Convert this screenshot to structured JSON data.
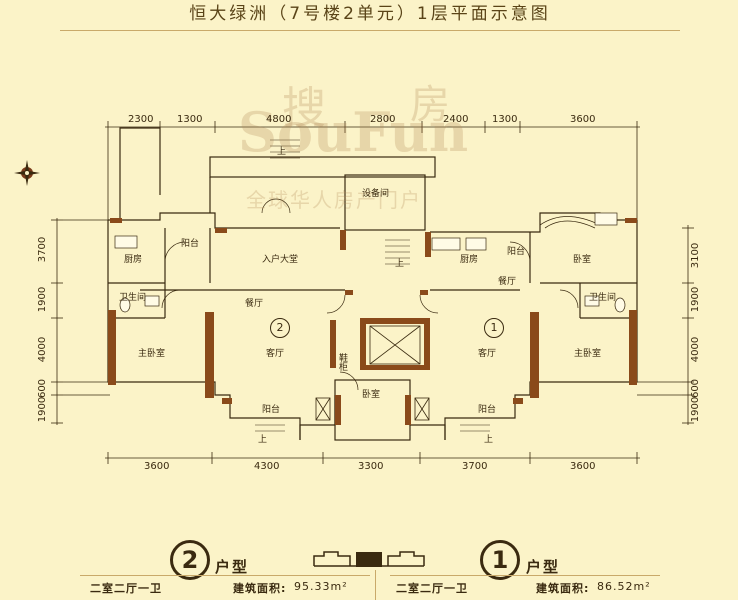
{
  "title": "恒大绿洲（7号楼2单元）1层平面示意图",
  "watermark": {
    "brand_cn_1": "搜",
    "brand_cn_2": "房",
    "brand_en": "SouFun",
    "slogan": "全球华人房产门户"
  },
  "top_dimensions": [
    "2300",
    "1300",
    "4800",
    "2800",
    "2400",
    "1300",
    "3600"
  ],
  "bottom_dimensions": [
    "3600",
    "4300",
    "3300",
    "3700",
    "3600"
  ],
  "left_dimensions": [
    "3700",
    "1900",
    "4000",
    "600",
    "1900"
  ],
  "right_dimensions": [
    "3100",
    "1900",
    "4000",
    "600",
    "1900"
  ],
  "rooms": {
    "equipment": "设备间",
    "entry_hall": "入户大堂",
    "kitchen_left": "厨房",
    "balcony_left_top": "阳台",
    "bath_left": "卫生间",
    "dining_left": "餐厅",
    "living_left": "客厅",
    "master_left": "主卧室",
    "balcony_left_bottom": "阳台",
    "kitchen_right": "厨房",
    "balcony_right_top": "阳台",
    "dining_right": "餐厅",
    "bedroom_right": "卧室",
    "bath_right": "卫生间",
    "living_right": "客厅",
    "master_right": "主卧室",
    "balcony_right_bottom": "阳台",
    "bedroom_center": "卧室",
    "shoe_cabinet": "鞋柜",
    "up_1": "上",
    "up_2": "上",
    "up_3": "上",
    "up_4": "上"
  },
  "unit_markers": {
    "left": "2",
    "right": "1"
  },
  "legend": {
    "unit2": {
      "number": "2",
      "label": "户型",
      "desc": "二室二厅一卫",
      "area_label": "建筑面积:",
      "area_value": "95.33m²"
    },
    "unit1": {
      "number": "1",
      "label": "户型",
      "desc": "二室二厅一卫",
      "area_label": "建筑面积:",
      "area_value": "86.52m²"
    }
  },
  "colors": {
    "background": "#fbf3c8",
    "wall": "#8a4a1a",
    "line": "#3a2a10",
    "accent": "#c9a96a"
  }
}
